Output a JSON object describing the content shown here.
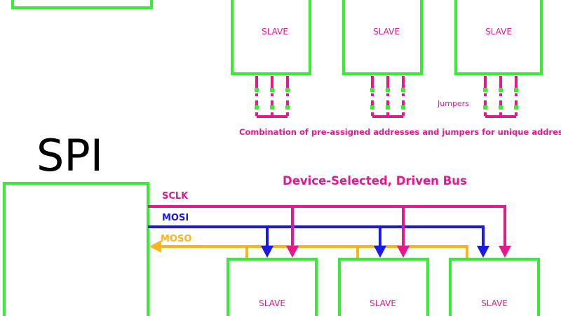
{
  "colors": {
    "box_border": "#33EE33",
    "magenta": "#E5188C",
    "blue": "#1A1AE6",
    "orange": "#FFB31A",
    "text_black": "#000000"
  },
  "top_section": {
    "slaves": [
      {
        "label": "SLAVE"
      },
      {
        "label": "SLAVE"
      },
      {
        "label": "SLAVE"
      }
    ],
    "jumpers_label": "Jumpers",
    "caption": "Combination of pre-assigned addresses and jumpers for unique address."
  },
  "spi_section": {
    "title": "SPI",
    "subtitle": "Device-Selected, Driven Bus",
    "signals": {
      "sclk": "SCLK",
      "mosi": "MOSI",
      "moso": "MOSO"
    },
    "slaves": [
      {
        "label": "SLAVE"
      },
      {
        "label": "SLAVE"
      },
      {
        "label": "SLAVE"
      }
    ]
  }
}
